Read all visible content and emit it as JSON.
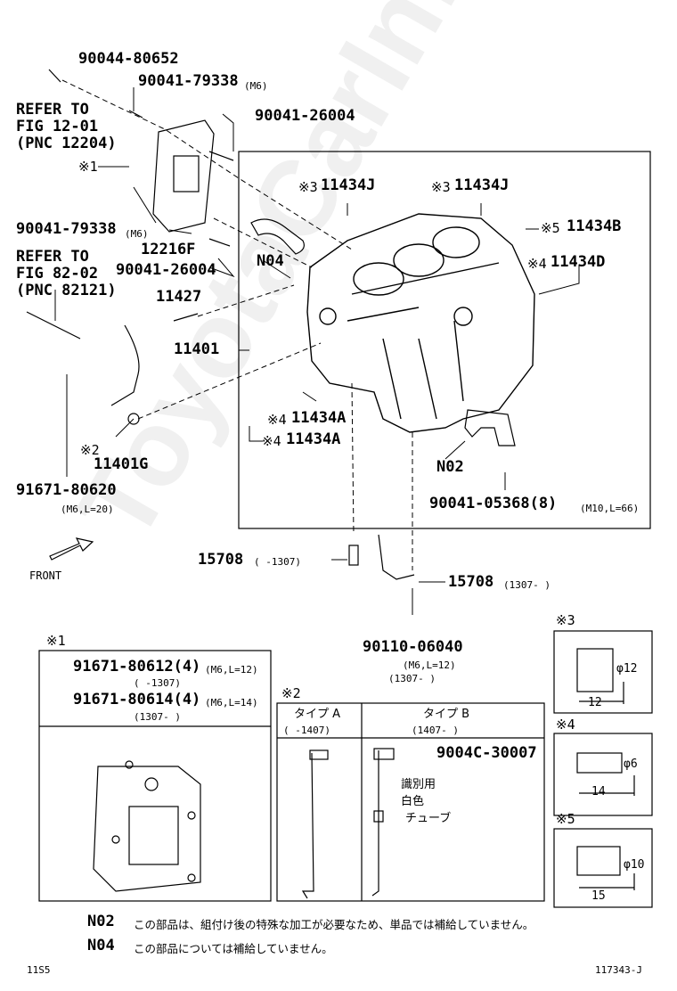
{
  "watermark": "ToyotaCarInfo.ru",
  "refs": {
    "refer1": [
      "REFER TO",
      "FIG 12-01",
      "(PNC 12204)"
    ],
    "refer2": [
      "REFER TO",
      "FIG 82-02",
      "(PNC 82121)"
    ]
  },
  "parts": {
    "p_90044_80652": "90044-80652",
    "p_90041_79338_a": "90041-79338",
    "m6": "(M6)",
    "p_90041_26004_a": "90041-26004",
    "mark1_b": "※1",
    "p_90041_79338_b": "90041-79338",
    "p_12216f": "12216F",
    "p_90041_26004_b": "90041-26004",
    "p_11427": "11427",
    "p_11401": "11401",
    "p_n04": "N04",
    "mark3a": "※3",
    "p_11434j_a": "11434J",
    "mark3b": "※3",
    "p_11434j_b": "11434J",
    "mark5": "※5",
    "p_11434b": "11434B",
    "mark4a": "※4",
    "p_11434d": "11434D",
    "mark4b": "※4",
    "p_11434a_a": "11434A",
    "mark4c": "※4",
    "p_11434a_b": "11434A",
    "p_n02": "N02",
    "p_90041_05368": "90041-05368(8)",
    "p_90041_05368_spec": "(M10,L=66)",
    "mark2": "※2",
    "p_11401g": "11401G",
    "p_91671_80620": "91671-80620",
    "p_91671_80620_spec": "(M6,L=20)",
    "p_15708_a": "15708",
    "p_15708_a_range": "(      -1307)",
    "p_15708_b": "15708",
    "p_15708_b_range": "(1307-      )",
    "p_90110_06040": "90110-06040",
    "p_90110_spec": "(M6,L=12)",
    "p_90110_range": "(1307-      )",
    "front": "FRONT"
  },
  "sections": {
    "s1": {
      "title": "※1",
      "row1_part": "91671-80612(4)",
      "row1_spec": "(M6,L=12)",
      "row1_range": "(      -1307)",
      "row2_part": "91671-80614(4)",
      "row2_spec": "(M6,L=14)",
      "row2_range": "(1307-      )"
    },
    "s2": {
      "title": "※2",
      "typeA": "タイプ A",
      "typeA_range": "(      -1407)",
      "typeB": "タイプ B",
      "typeB_range": "(1407-      )",
      "part": "9004C-30007",
      "id_label": "識別用",
      "color": "白色",
      "tube": "チューブ"
    },
    "s3": {
      "title": "※3",
      "dia": "φ12",
      "len": "12"
    },
    "s4": {
      "title": "※4",
      "dia": "φ6",
      "len": "14"
    },
    "s5": {
      "title": "※5",
      "dia": "φ10",
      "len": "15"
    }
  },
  "notes": {
    "n02_code": "N02",
    "n02_text": "この部品は、組付け後の特殊な加工が必要なため、単品では補給していません。",
    "n04_code": "N04",
    "n04_text": "この部品については補給していません。"
  },
  "footer": {
    "left": "11S5",
    "right": "117343-J"
  }
}
